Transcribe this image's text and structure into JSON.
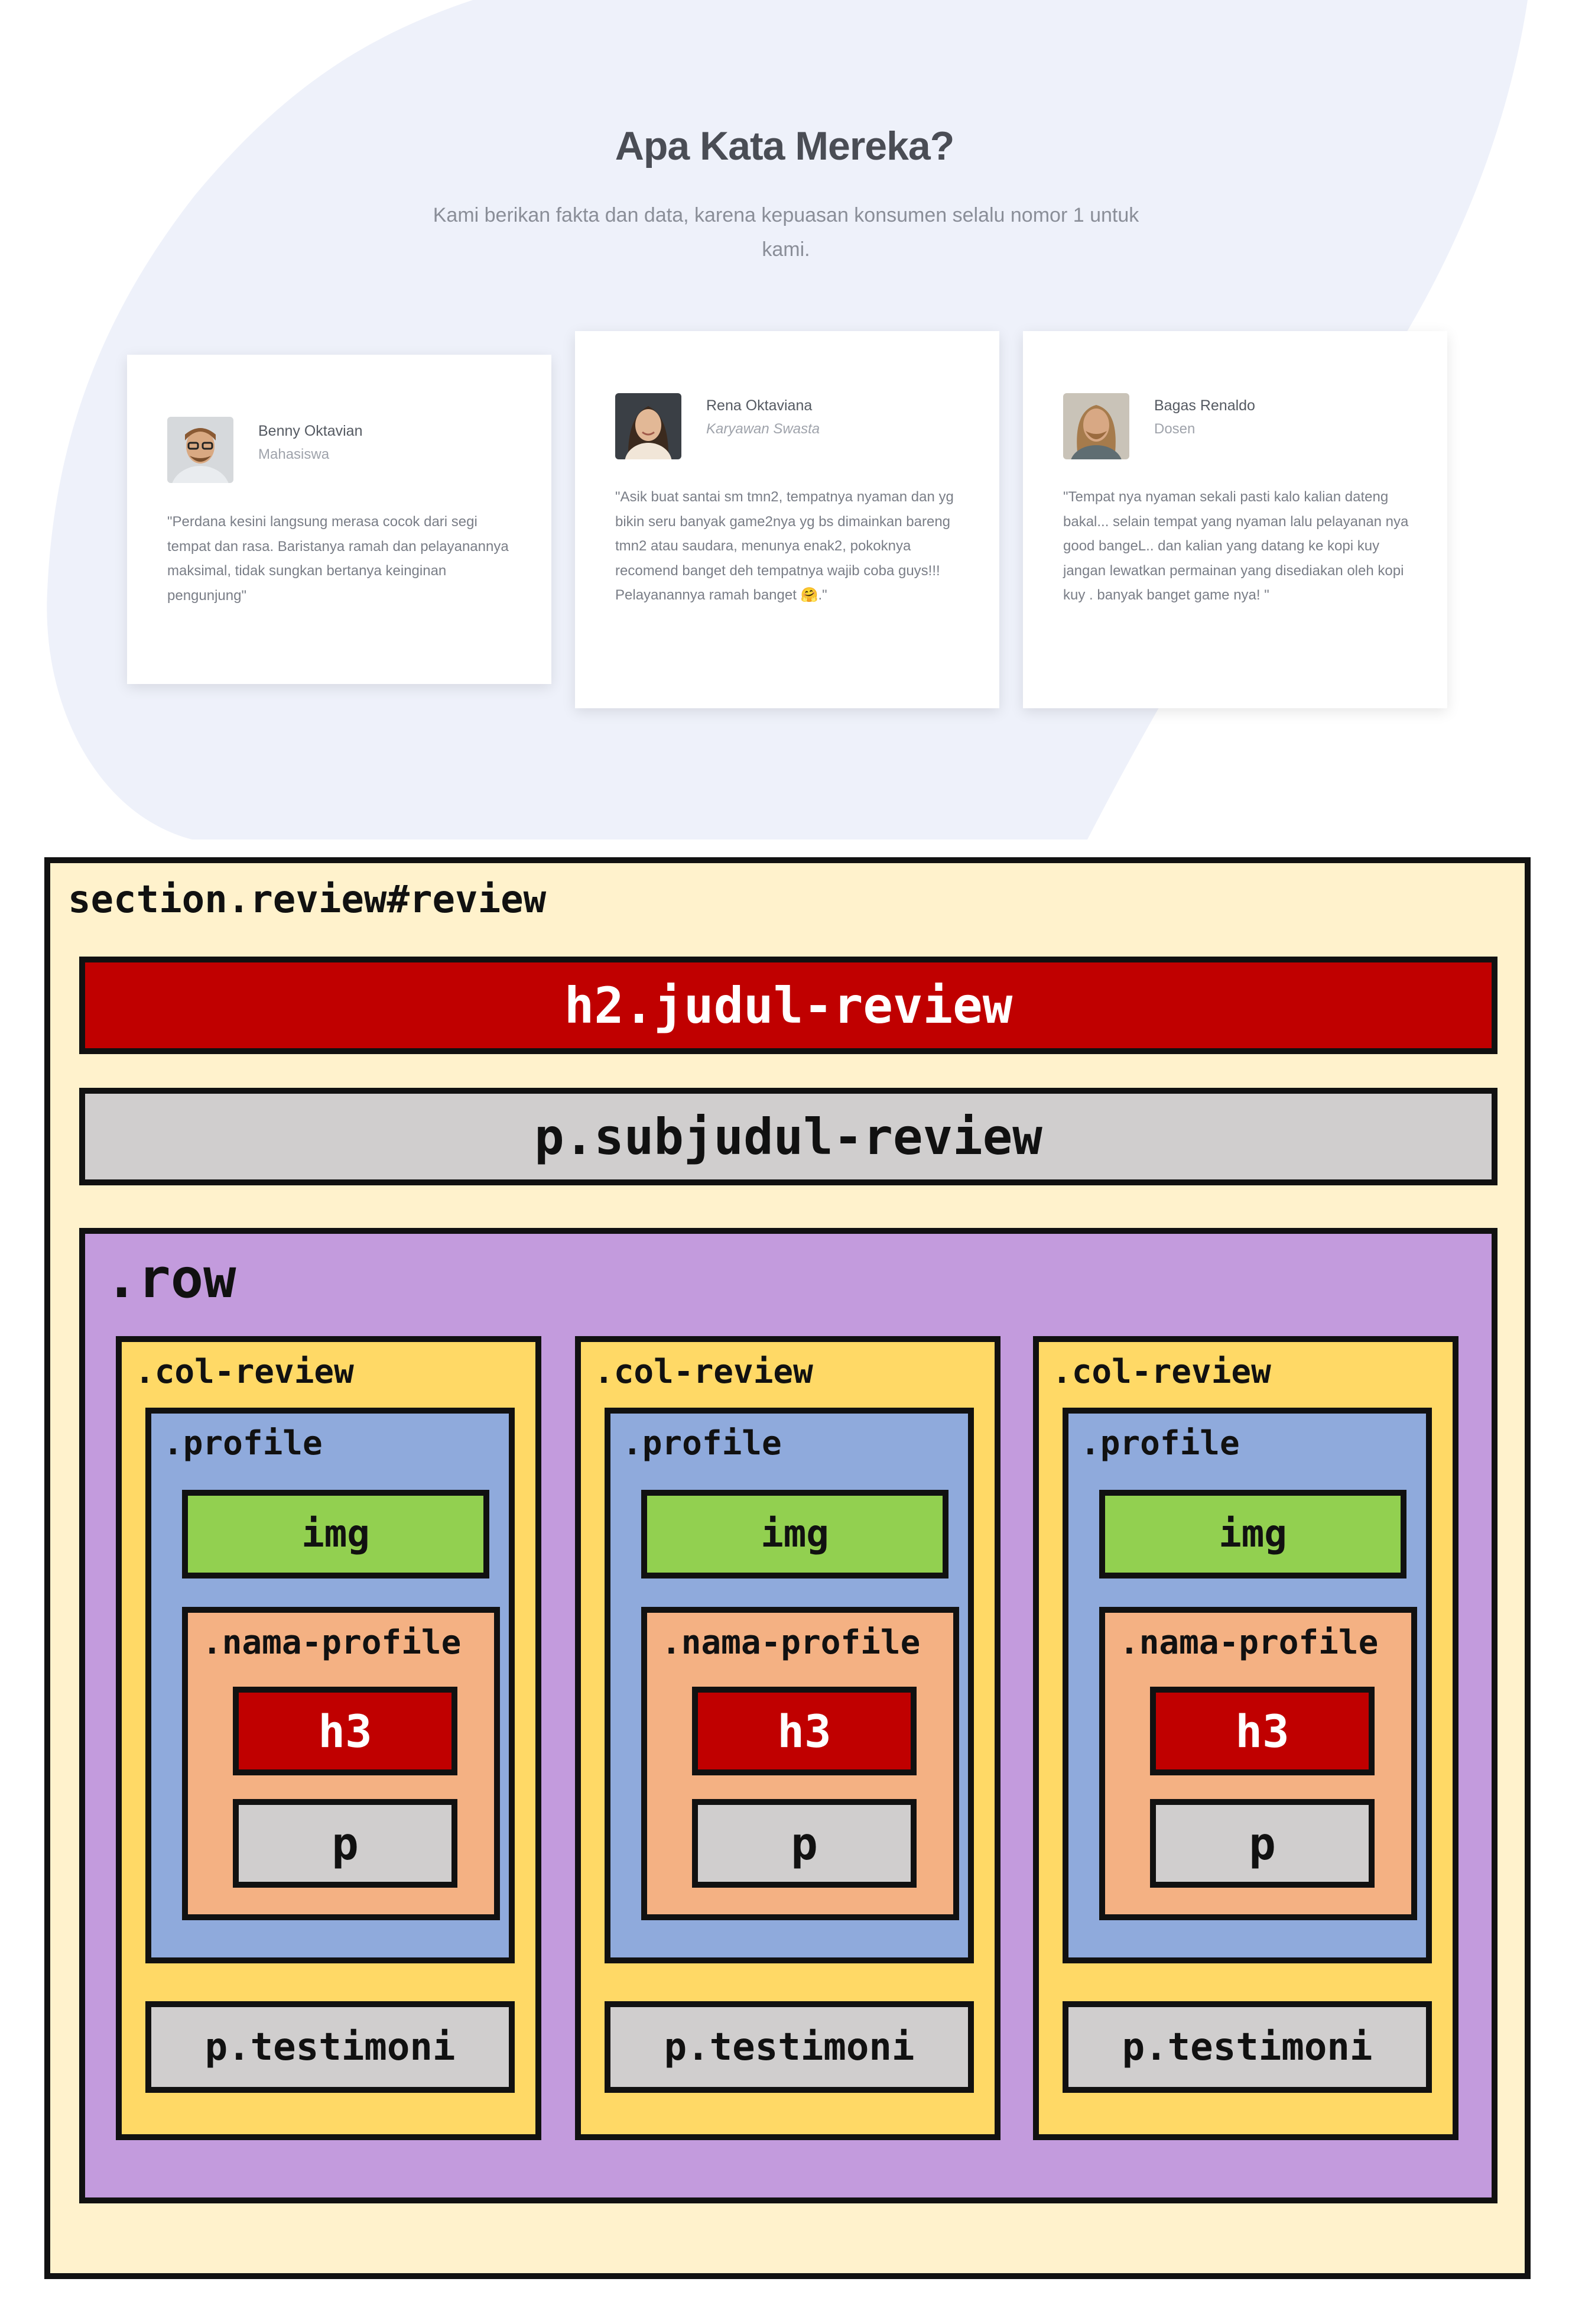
{
  "review_section": {
    "title": "Apa Kata Mereka?",
    "subtitle": "Kami berikan fakta dan data, karena kepuasan konsumen selalu nomor 1 untuk kami.",
    "colors": {
      "blob": "#eef1fa",
      "title": "#4a4d55",
      "text": "#7a7e87"
    },
    "cards": [
      {
        "name": "Benny Oktavian",
        "role": "Mahasiswa",
        "quote": "\"Perdana kesini langsung merasa cocok dari segi tempat dan rasa. Baristanya ramah dan pelayanannya maksimal, tidak sungkan bertanya keinginan pengunjung\""
      },
      {
        "name": "Rena Oktaviana",
        "role": "Karyawan Swasta",
        "quote": "\"Asik buat santai sm tmn2, tempatnya nyaman dan yg bikin seru banyak game2nya yg bs dimainkan bareng tmn2 atau saudara, menunya enak2, pokoknya recomend banget deh tempatnya wajib coba guys!!! Pelayanannya ramah banget 🤗.\""
      },
      {
        "name": "Bagas Renaldo",
        "role": "Dosen",
        "quote": "\"Tempat nya nyaman sekali pasti kalo kalian dateng bakal... selain tempat yang nyaman lalu pelayanan nya good bangeL.. dan kalian yang datang ke kopi kuy jangan lewatkan permainan yang disediakan oleh kopi kuy . banyak banget game nya! \""
      }
    ]
  },
  "diagram": {
    "section_label": "section.review#review",
    "h2_label": "h2.judul-review",
    "subjudul_label": "p.subjudul-review",
    "row_label": ".row",
    "columns": [
      {
        "col_label": ".col-review",
        "profile_label": ".profile",
        "img_label": "img",
        "nama_label": ".nama-profile",
        "h3_label": "h3",
        "p_label": "p",
        "testimoni_label": "p.testimoni"
      },
      {
        "col_label": ".col-review",
        "profile_label": ".profile",
        "img_label": "img",
        "nama_label": ".nama-profile",
        "h3_label": "h3",
        "p_label": "p",
        "testimoni_label": "p.testimoni"
      },
      {
        "col_label": ".col-review",
        "profile_label": ".profile",
        "img_label": "img",
        "nama_label": ".nama-profile",
        "h3_label": "h3",
        "p_label": "p",
        "testimoni_label": "p.testimoni"
      }
    ],
    "colors": {
      "section": "#fff2cc",
      "h2": "#c00000",
      "grey": "#d0cece",
      "row": "#c39bdd",
      "col": "#ffd966",
      "profile": "#8faadc",
      "img": "#92d050",
      "nama": "#f4b183",
      "border": "#111111"
    }
  }
}
